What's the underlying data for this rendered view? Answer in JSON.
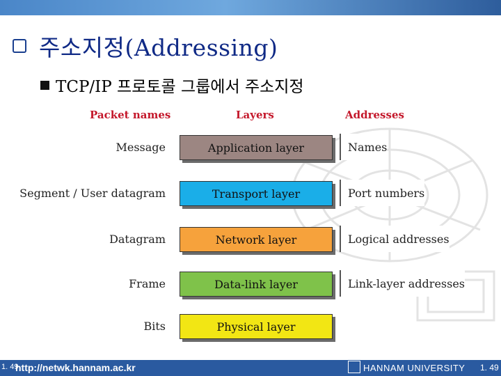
{
  "title": "주소지정(Addressing)",
  "subtitle": "TCP/IP 프로토콜 그룹에서 주소지정",
  "headers": {
    "packet": "Packet names",
    "layers": "Layers",
    "addresses": "Addresses"
  },
  "rows": [
    {
      "packet": "Message",
      "layer": "Application layer",
      "address": "Names",
      "color": "#9c8682"
    },
    {
      "packet": "Segment / User datagram",
      "layer": "Transport layer",
      "address": "Port numbers",
      "color": "#1aaee8"
    },
    {
      "packet": "Datagram",
      "layer": "Network layer",
      "address": "Logical addresses",
      "color": "#f6a23c"
    },
    {
      "packet": "Frame",
      "layer": "Data-link layer",
      "address": "Link-layer addresses",
      "color": "#7fc24a"
    },
    {
      "packet": "Bits",
      "layer": "Physical layer",
      "address": "",
      "color": "#f2e614"
    }
  ],
  "footer": {
    "url": "http://netwk.hannam.ac.kr",
    "page_left": "1. 49",
    "university": "HANNAM UNIVERSITY",
    "page_right": "1. 49"
  },
  "colors": {
    "title": "#102a86",
    "header": "#c4182b",
    "bar": "#2a5aa0"
  },
  "icons": {
    "bullet": "q-checkbox-bullet",
    "sub_bullet": "square-bullet",
    "logo": "university-logo-icon"
  }
}
